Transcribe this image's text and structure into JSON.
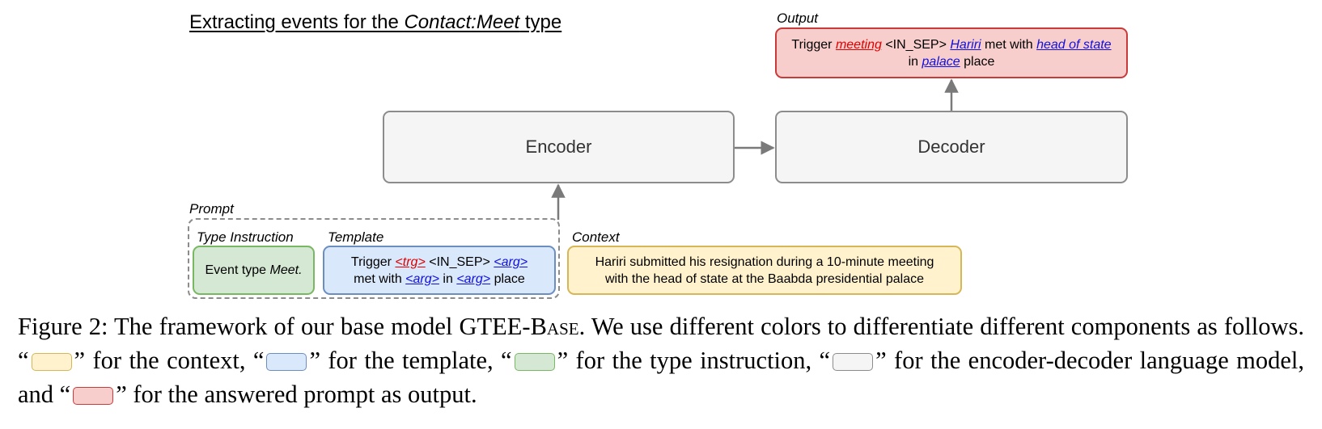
{
  "diagram": {
    "title_pre": "Extracting events for the ",
    "title_em": "Contact:Meet",
    "title_post": " type",
    "output_label": "Output",
    "output_box": {
      "p1": "Trigger ",
      "trigger": "meeting",
      "p2": " <IN_SEP> ",
      "arg1": "Hariri",
      "p3": " met with ",
      "arg2": "head of state",
      "p4": " in ",
      "arg3": "palace",
      "p5": " place"
    },
    "encoder_label": "Encoder",
    "decoder_label": "Decoder",
    "prompt_label": "Prompt",
    "type_instruction_label": "Type Instruction",
    "type_instruction_box": {
      "text": "Event type ",
      "em": "Meet."
    },
    "template_label": "Template",
    "template_box": {
      "p1": "Trigger ",
      "trigger": "<trg>",
      "p2": " <IN_SEP> ",
      "arg1": "<arg>",
      "p3": "met with ",
      "arg2": "<arg>",
      "p4": " in ",
      "arg3": "<arg>",
      "p5": " place"
    },
    "context_label": "Context",
    "context_box": {
      "line1": "Hariri submitted his resignation during a 10-minute meeting",
      "line2": "with the head of state at the Baabda presidential palace"
    }
  },
  "caption": {
    "part1": "Figure 2: The framework of our base model GTEE-",
    "smallcaps": "Base",
    "part2": ". We use different colors to differentiate different components as follows. “",
    "part3": "” for the context, “",
    "part4": "” for the template, “",
    "part5": "” for the type instruction, “",
    "part6": "” for the encoder-decoder language model, and “",
    "part7": "” for the answered prompt as output."
  },
  "colors": {
    "context_fill": "#fff2cc",
    "context_border": "#d6b656",
    "template_fill": "#dae8fc",
    "template_border": "#6c8ebf",
    "type_fill": "#d5e8d4",
    "type_border": "#78b862",
    "model_fill": "#f5f5f5",
    "model_border": "#8c8c8c",
    "output_fill": "#f8cecc",
    "output_border": "#c93b3b"
  }
}
